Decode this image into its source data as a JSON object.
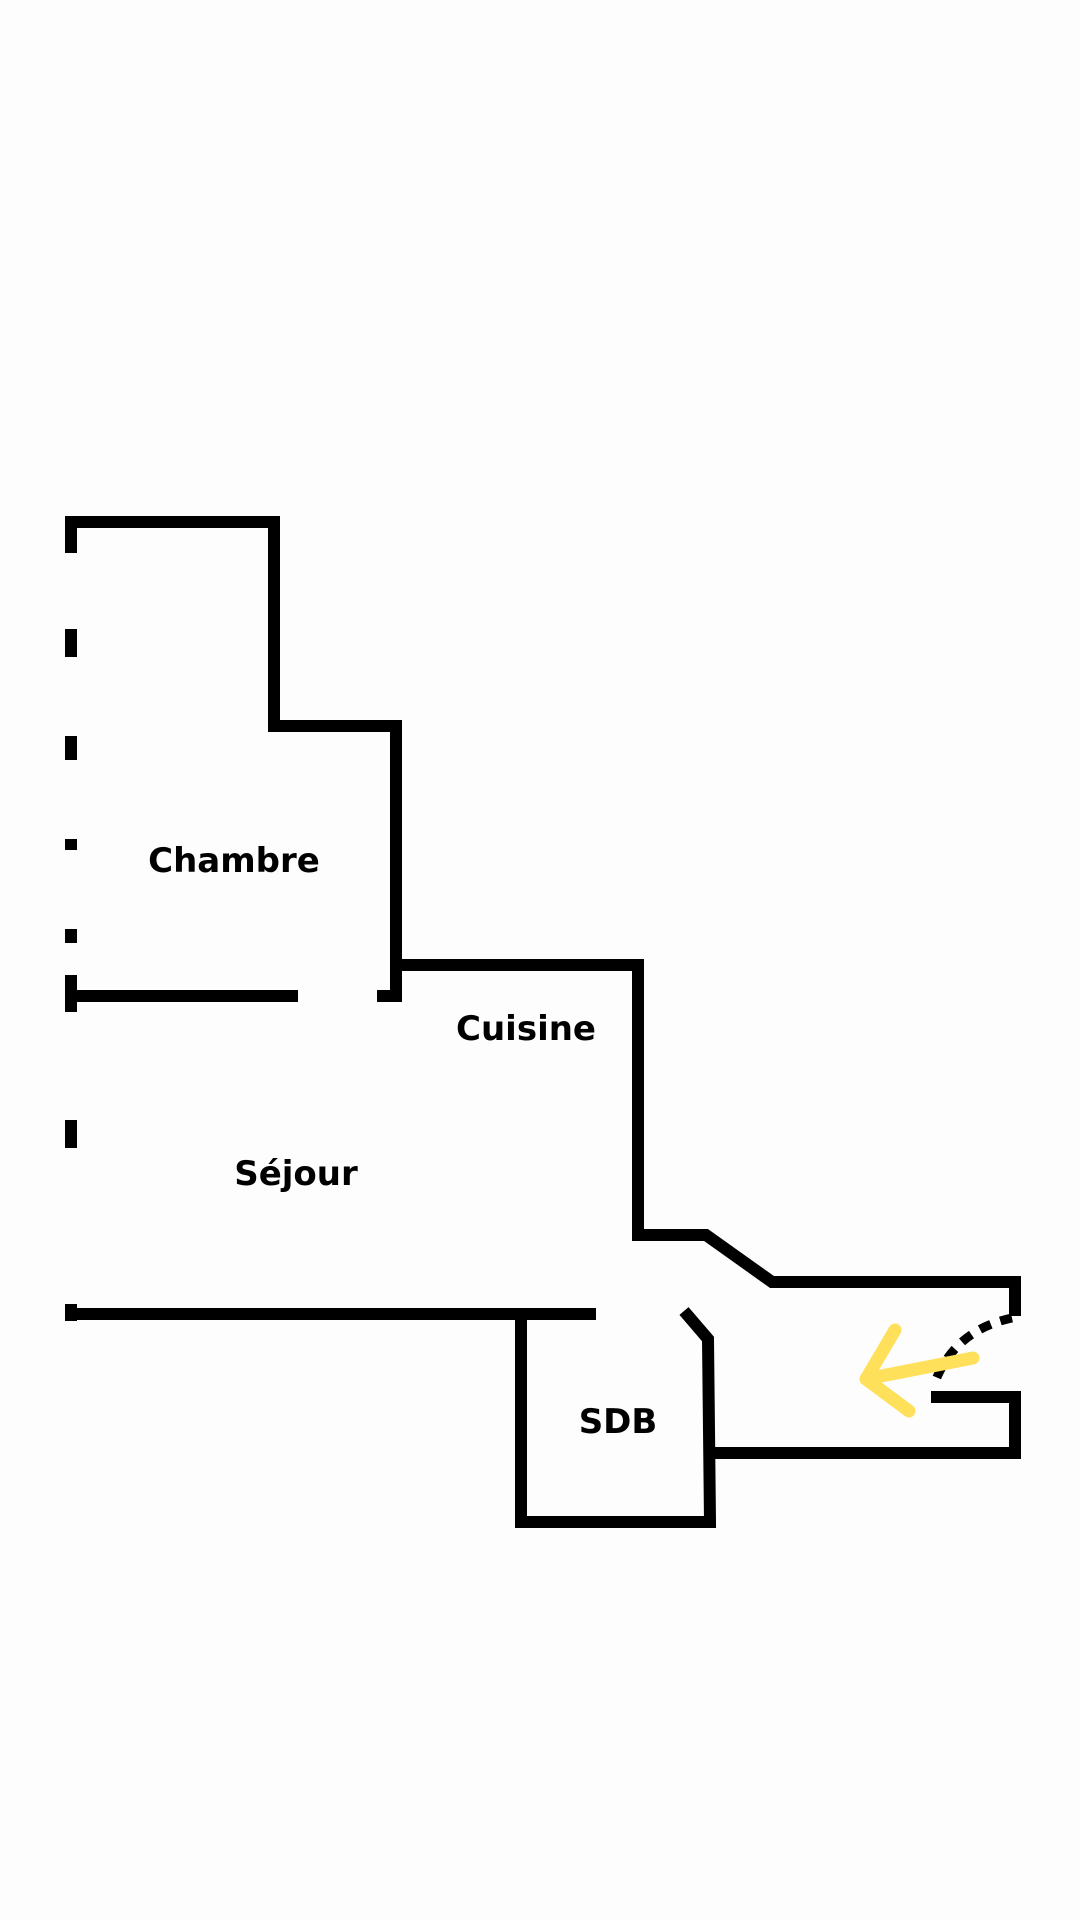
{
  "plan": {
    "rooms": [
      {
        "id": "chambre",
        "label": "Chambre"
      },
      {
        "id": "cuisine",
        "label": "Cuisine"
      },
      {
        "id": "sejour",
        "label": "Séjour"
      },
      {
        "id": "sdb",
        "label": "SDB"
      }
    ]
  },
  "colors": {
    "walls": "#000000",
    "entrance_arrow": "#FFE05A",
    "background": "#FDFDFD"
  },
  "icons": {
    "entrance": "arrow-left-icon",
    "door": "door-swing-icon"
  }
}
